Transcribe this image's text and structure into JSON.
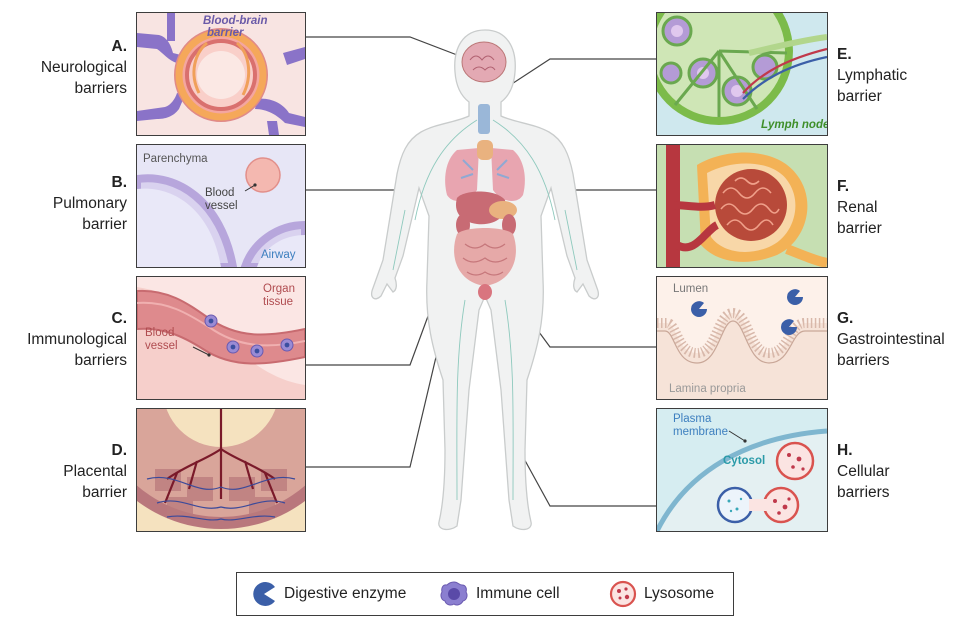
{
  "panels": [
    {
      "letter": "A.",
      "lines": [
        "Neurological",
        "barriers"
      ],
      "texts": [
        "Blood-brain",
        "barrier"
      ]
    },
    {
      "letter": "B.",
      "lines": [
        "Pulmonary",
        "barrier"
      ],
      "texts": [
        "Parenchyma",
        "Blood",
        "vessel",
        "Airway"
      ]
    },
    {
      "letter": "C.",
      "lines": [
        "Immunological",
        "barriers"
      ],
      "texts": [
        "Organ",
        "tissue",
        "Blood",
        "vessel"
      ]
    },
    {
      "letter": "D.",
      "lines": [
        "Placental",
        "barrier"
      ],
      "texts": []
    },
    {
      "letter": "E.",
      "lines": [
        "Lymphatic",
        "barrier"
      ],
      "texts": [
        "Lymph node"
      ]
    },
    {
      "letter": "F.",
      "lines": [
        "Renal",
        "barrier"
      ],
      "texts": []
    },
    {
      "letter": "G.",
      "lines": [
        "Gastrointestinal",
        "barriers"
      ],
      "texts": [
        "Lumen",
        "Lamina propria"
      ]
    },
    {
      "letter": "H.",
      "lines": [
        "Cellular",
        "barriers"
      ],
      "texts": [
        "Plasma",
        "membrane",
        "Cytosol"
      ]
    }
  ],
  "legend": [
    {
      "label": "Digestive enzyme",
      "icon": "digestive-enzyme-icon"
    },
    {
      "label": "Immune cell",
      "icon": "immune-cell-icon"
    },
    {
      "label": "Lysosome",
      "icon": "lysosome-icon"
    }
  ],
  "colors": {
    "blood": "#c0394b",
    "enzyme": "#3b5fa8",
    "immune": "#7a6bc4",
    "lysosome": "#d9534f",
    "lymph_green": "#6aa84f",
    "panel_border": "#3d3d3d"
  }
}
